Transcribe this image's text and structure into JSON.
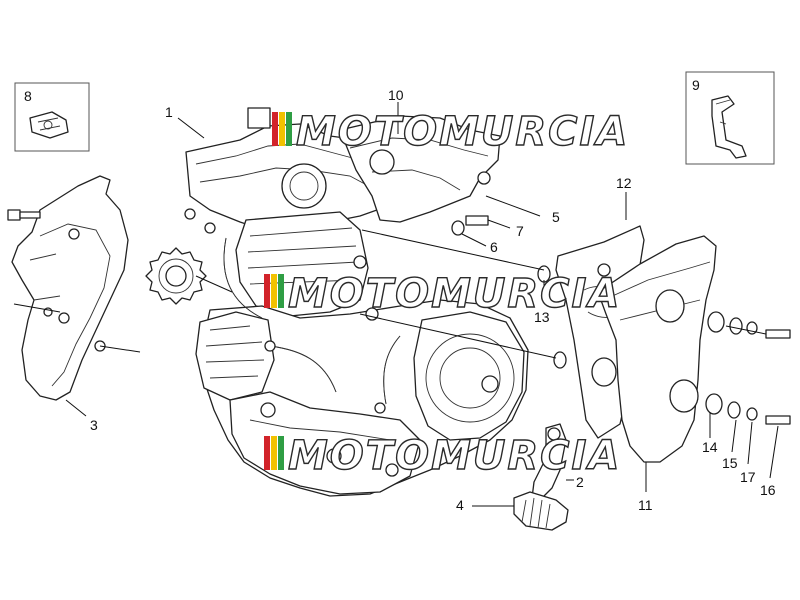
{
  "callouts": {
    "c1": "1",
    "c2": "2",
    "c3": "3",
    "c4": "4",
    "c5": "5",
    "c6": "6",
    "c7": "7",
    "c8": "8",
    "c9": "9",
    "c10": "10",
    "c11": "11",
    "c12": "12",
    "c13": "13",
    "c14": "14",
    "c15": "15",
    "c16": "16",
    "c17": "17"
  },
  "watermark": {
    "text": "MOTOMURCIA",
    "logo_colors": [
      "#d2232a",
      "#f2c200",
      "#2f9e44"
    ]
  },
  "colors": {
    "line": "#222222",
    "background": "#ffffff"
  }
}
